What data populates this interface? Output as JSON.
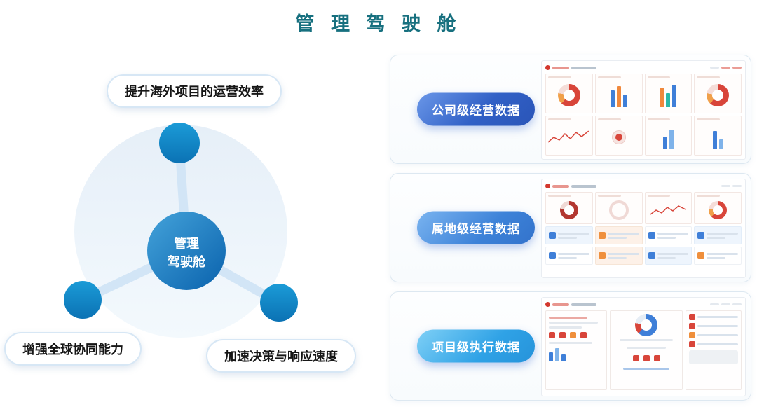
{
  "page": {
    "title": "管 理 驾 驶 舱"
  },
  "diagram": {
    "center": {
      "line1": "管理",
      "line2": "驾驶舱"
    },
    "labels": {
      "top": "提升海外项目的运营效率",
      "bottom_left": "增强全球协同能力",
      "bottom_right": "加速决策与响应速度"
    }
  },
  "cards": [
    {
      "label": "公司级经营数据"
    },
    {
      "label": "属地级经营数据"
    },
    {
      "label": "项目级执行数据"
    }
  ],
  "colors": {
    "title_text": "#17707f",
    "node_blue": "#0f86c8",
    "center_circle_blue": "#0a62ad",
    "spoke_blue": "#d2e5f6",
    "outer_circle_fill": "#e9f2fa",
    "pill_company_blue": "#3160c6",
    "pill_territory_blue": "#3d82d8",
    "pill_project_blue": "#2fa2e6",
    "thumbnail_accent_red": "#d8453a",
    "thumbnail_accent_orange": "#ef8f3c",
    "thumbnail_accent_chart_blue": "#3f7fd8"
  }
}
